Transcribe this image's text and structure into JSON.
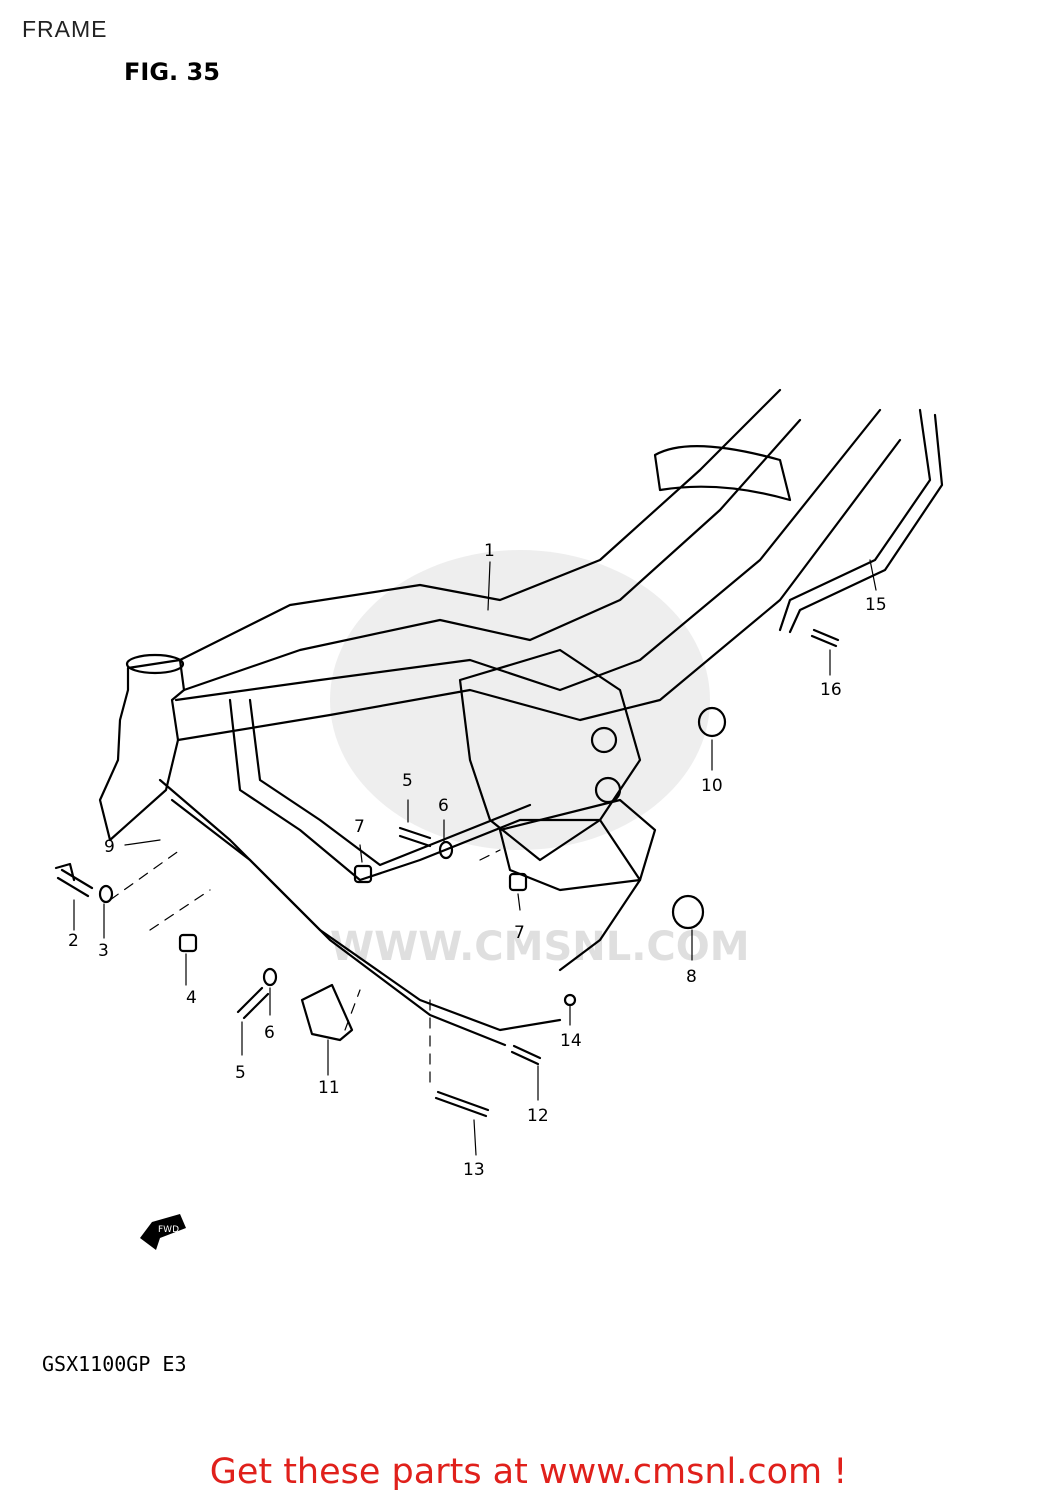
{
  "page": {
    "label": "FRAME"
  },
  "figure": {
    "title": "FIG. 35",
    "model": "GSX1100GP E3"
  },
  "watermark": {
    "text": "WWW.CMSNL.COM"
  },
  "fwd_arrow": {
    "text": "FWD"
  },
  "callouts": [
    {
      "id": "1",
      "label": "1"
    },
    {
      "id": "2",
      "label": "2"
    },
    {
      "id": "3",
      "label": "3"
    },
    {
      "id": "4",
      "label": "4"
    },
    {
      "id": "5a",
      "label": "5"
    },
    {
      "id": "5b",
      "label": "5"
    },
    {
      "id": "6a",
      "label": "6"
    },
    {
      "id": "6b",
      "label": "6"
    },
    {
      "id": "7a",
      "label": "7"
    },
    {
      "id": "7b",
      "label": "7"
    },
    {
      "id": "8",
      "label": "8"
    },
    {
      "id": "9",
      "label": "9"
    },
    {
      "id": "10",
      "label": "10"
    },
    {
      "id": "11",
      "label": "11"
    },
    {
      "id": "12",
      "label": "12"
    },
    {
      "id": "13",
      "label": "13"
    },
    {
      "id": "14",
      "label": "14"
    },
    {
      "id": "15",
      "label": "15"
    },
    {
      "id": "16",
      "label": "16"
    }
  ],
  "cta": {
    "text": "Get these parts at www.cmsnl.com !"
  },
  "colors": {
    "cta": "#e0201b",
    "watermark": "#dcdcdc",
    "line": "#000000"
  }
}
